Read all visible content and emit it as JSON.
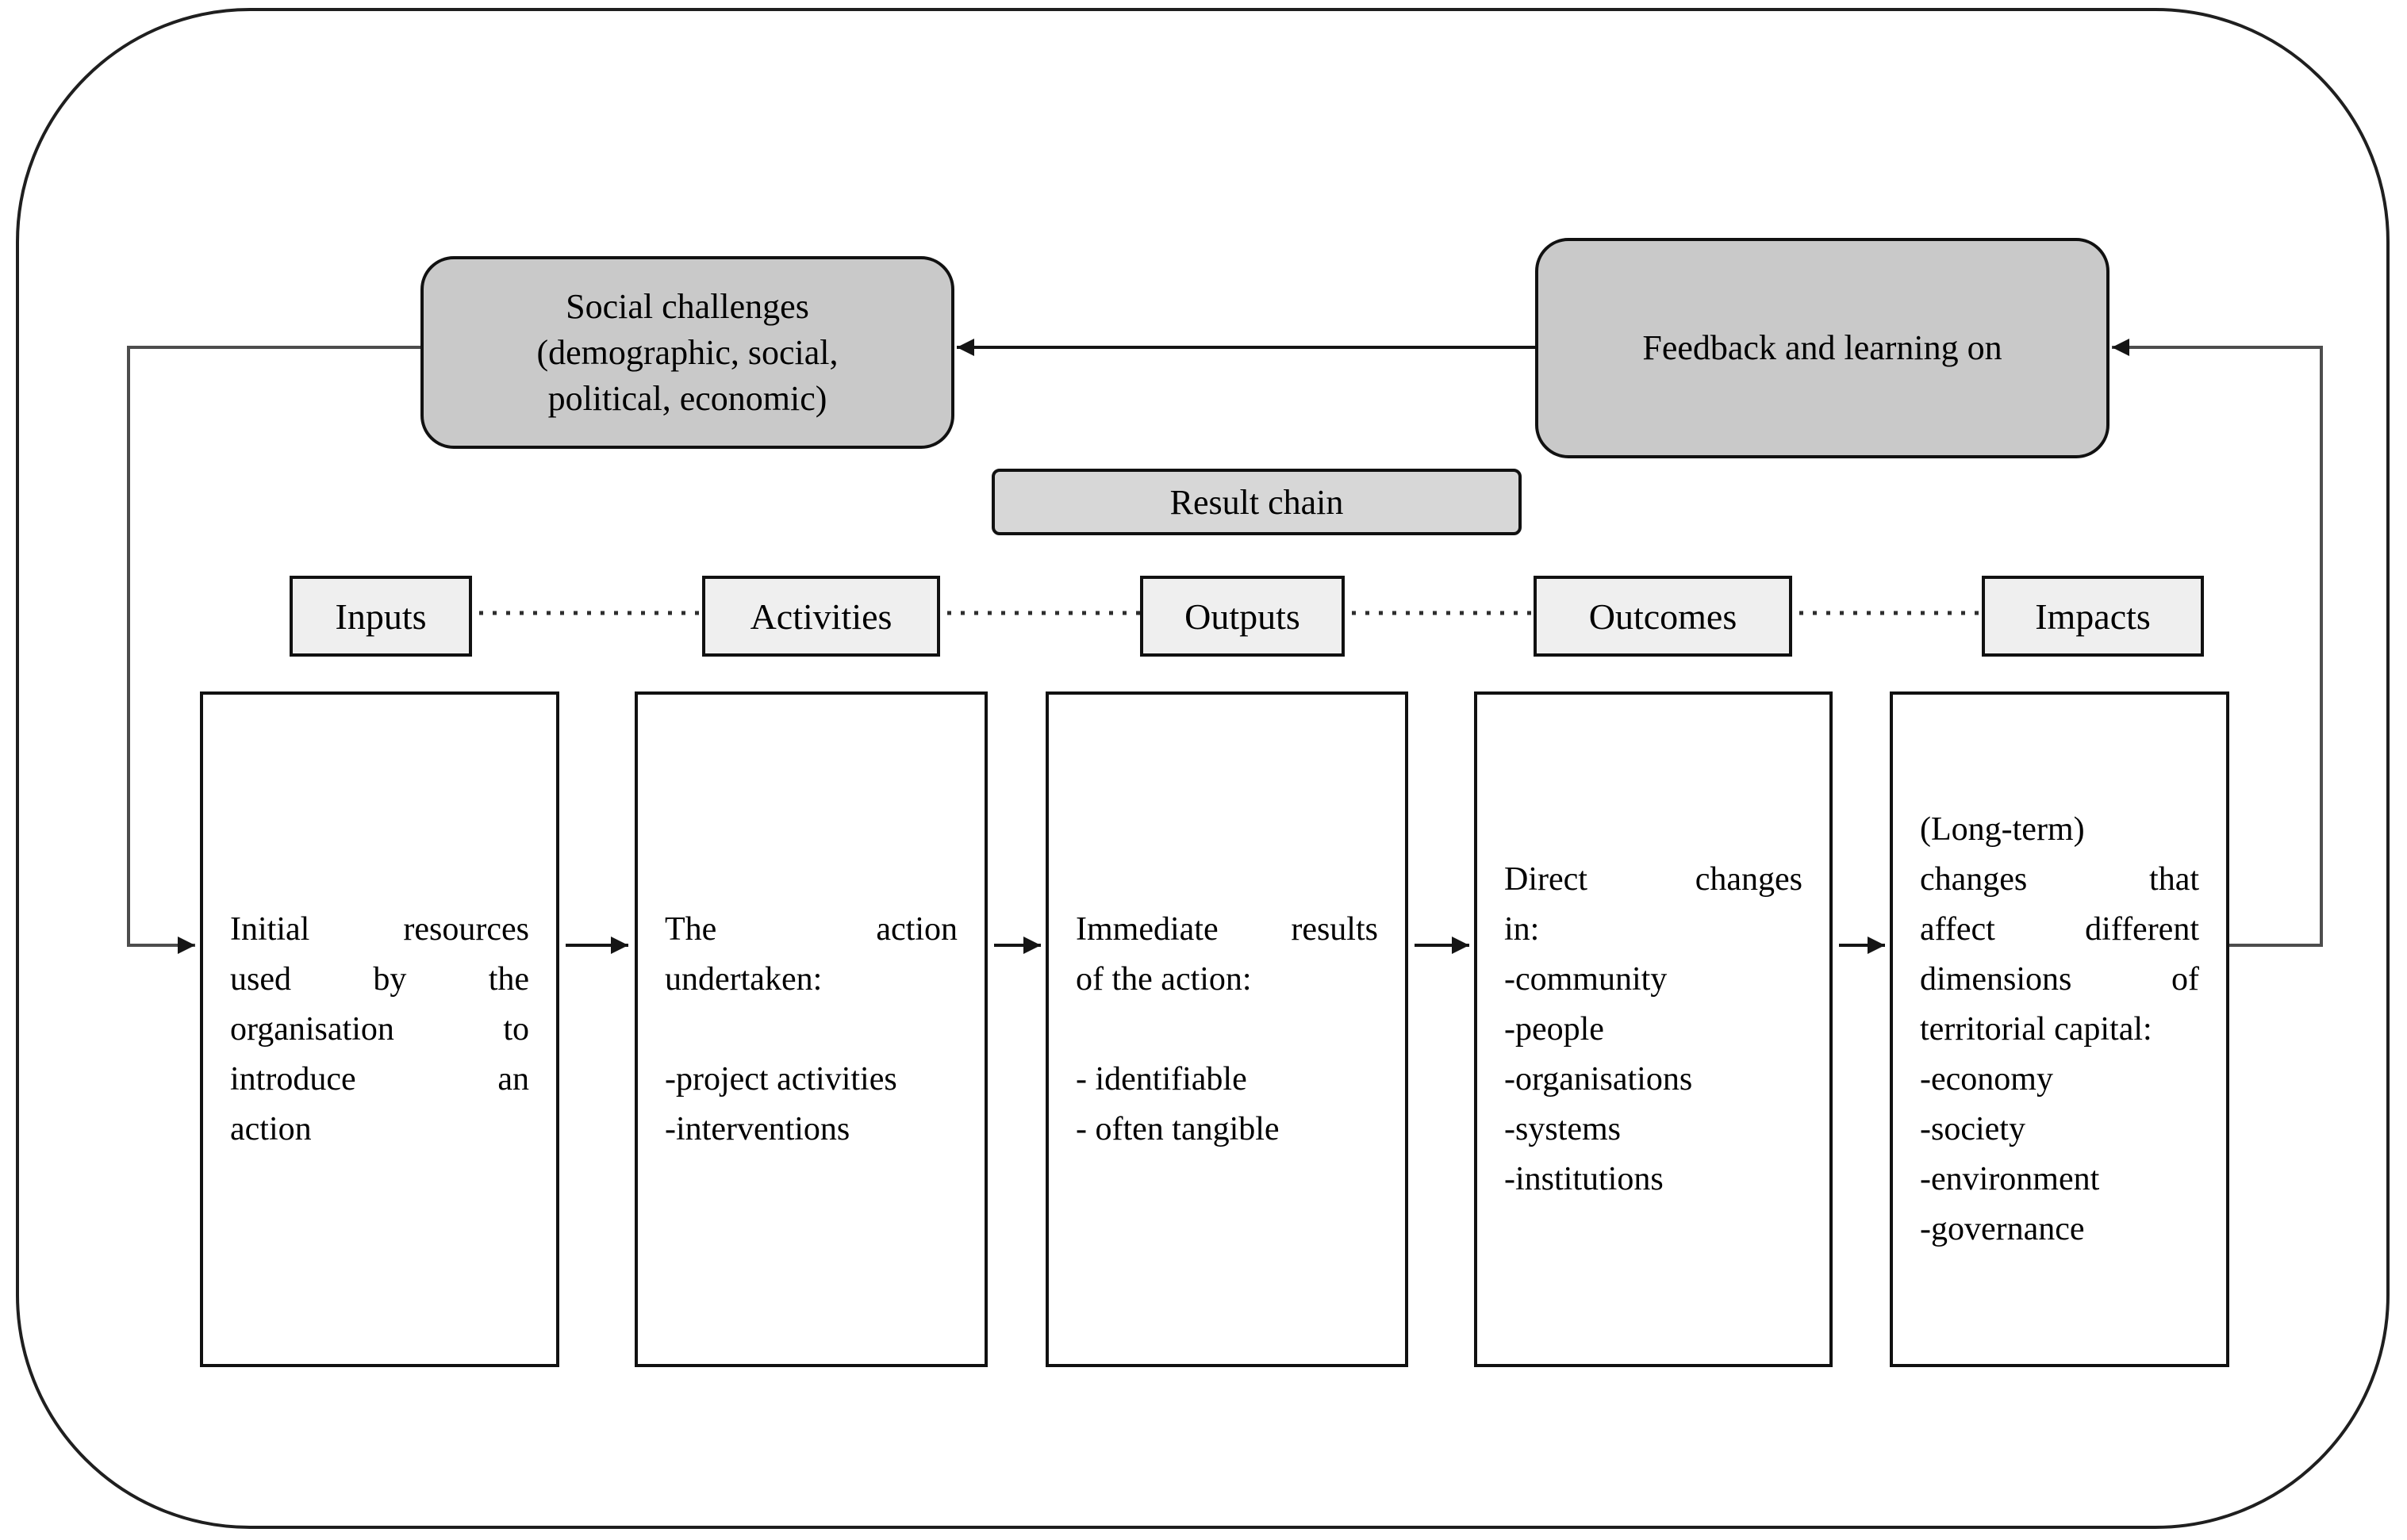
{
  "title_boxes": {
    "social_challenges": {
      "lines": [
        {
          "t": "Social challenges"
        },
        {
          "t": "(demographic, social,"
        },
        {
          "t": "political, economic)"
        }
      ]
    },
    "feedback": {
      "label": "Feedback and learning on"
    }
  },
  "result_chain": {
    "label": "Result chain"
  },
  "stages": [
    {
      "label": "Inputs",
      "lines": [
        {
          "t": "Initial resources",
          "j": true
        },
        {
          "t": "used by the",
          "j": true
        },
        {
          "t": "organisation to",
          "j": true
        },
        {
          "t": "introduce an",
          "j": true
        },
        {
          "t": "action"
        }
      ]
    },
    {
      "label": "Activities",
      "lines": [
        {
          "t": "The action",
          "j": true
        },
        {
          "t": "undertaken:"
        },
        {
          "t": ""
        },
        {
          "t": "-project activities"
        },
        {
          "t": "-interventions"
        }
      ]
    },
    {
      "label": "Outputs",
      "lines": [
        {
          "t": "Immediate results",
          "j": true
        },
        {
          "t": "of the action:"
        },
        {
          "t": ""
        },
        {
          "t": "- identifiable"
        },
        {
          "t": "- often tangible"
        }
      ]
    },
    {
      "label": "Outcomes",
      "lines": [
        {
          "t": "Direct changes",
          "j": true
        },
        {
          "t": "in:"
        },
        {
          "t": "-community"
        },
        {
          "t": "-people"
        },
        {
          "t": "-organisations"
        },
        {
          "t": "-systems"
        },
        {
          "t": "-institutions"
        }
      ]
    },
    {
      "label": "Impacts",
      "lines": [
        {
          "t": "(Long-term)"
        },
        {
          "t": "changes that",
          "j": true
        },
        {
          "t": "affect different",
          "j": true
        },
        {
          "t": "dimensions of",
          "j": true
        },
        {
          "t": "territorial capital:"
        },
        {
          "t": "-economy"
        },
        {
          "t": "-society"
        },
        {
          "t": "-environment"
        },
        {
          "t": "-governance"
        }
      ]
    }
  ],
  "colors": {
    "top_box_fill": "#c9c9c9",
    "result_chain_fill": "#d7d7d7",
    "stage_label_fill": "#efefef",
    "detail_fill": "#ffffff",
    "wire": "#4d4d4d",
    "arrow": "#151515",
    "border": "#111111",
    "outer": "#1f1f1f",
    "dotted": "#2e2e2e"
  }
}
